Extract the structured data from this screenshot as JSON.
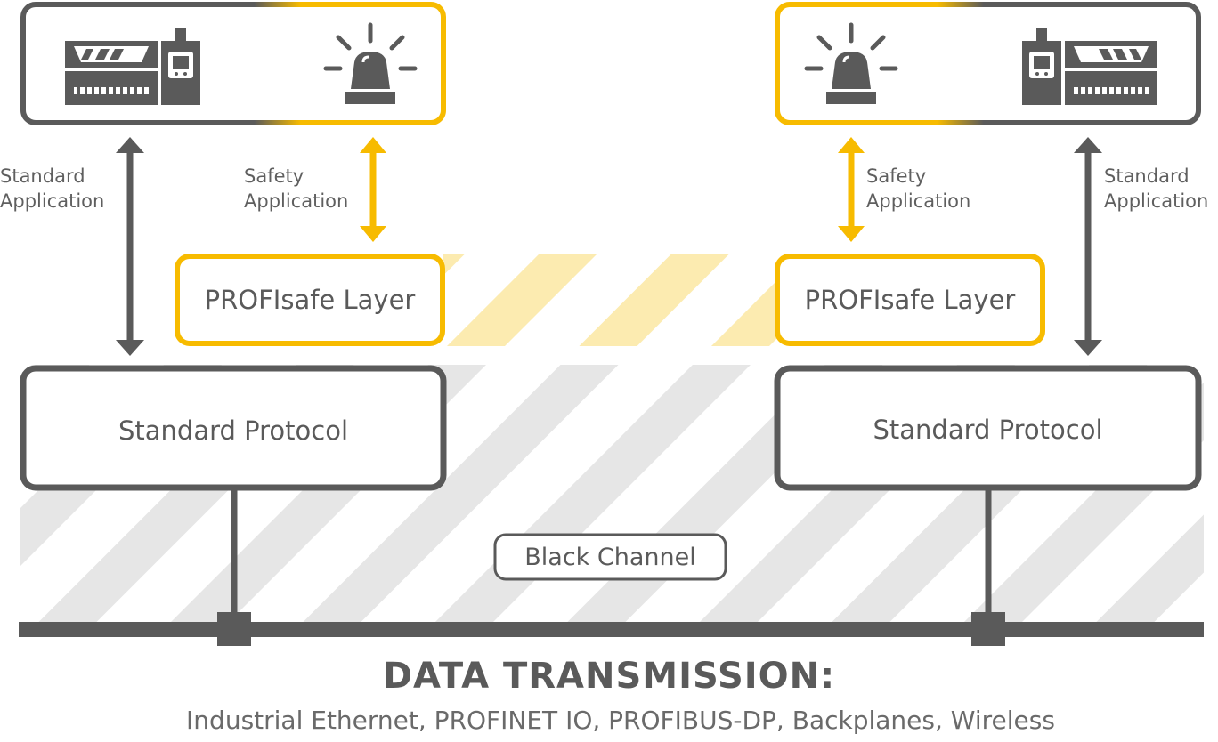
{
  "labels": {
    "standard_application_left": [
      "Standard",
      "Application"
    ],
    "safety_application_left": [
      "Safety",
      "Application"
    ],
    "safety_application_right": [
      "Safety",
      "Application"
    ],
    "standard_application_right": [
      "Standard",
      "Application"
    ]
  },
  "boxes": {
    "profisafe_left": "PROFIsafe Layer",
    "profisafe_right": "PROFIsafe Layer",
    "standard_protocol_left": "Standard Protocol",
    "standard_protocol_right": "Standard Protocol",
    "black_channel": "Black Channel"
  },
  "footer": {
    "title": "DATA TRANSMISSION:",
    "subtitle": "Industrial Ethernet, PROFINET IO, PROFIBUS-DP, Backplanes, Wireless"
  },
  "icons": [
    "plc-controller-icon",
    "warning-beacon-icon"
  ],
  "colors": {
    "dark": "#5a5a5a",
    "accent": "#f7bb00",
    "stripe_gray": "#e6e6e6",
    "stripe_yellow": "#fcebb0"
  }
}
